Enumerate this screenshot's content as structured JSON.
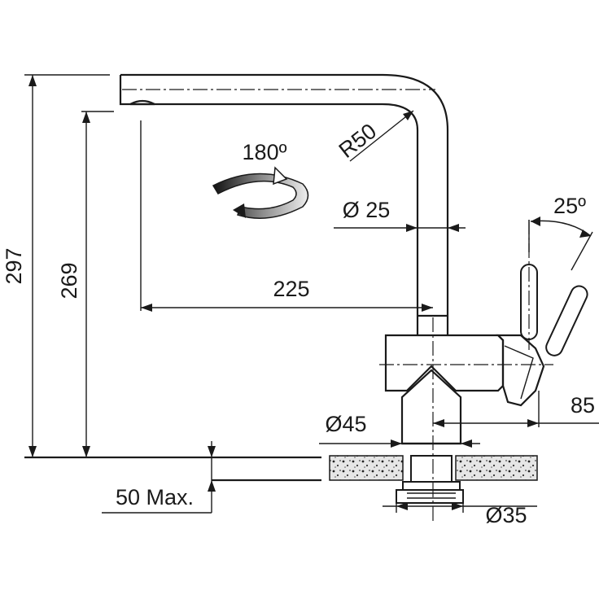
{
  "diagram": {
    "dimensions": {
      "total_height": "297",
      "spout_height": "269",
      "reach": "225",
      "bend_radius": "R50",
      "spout_diameter": "Ø 25",
      "base_diameter": "Ø45",
      "lever_projection": "85",
      "shank_diameter": "Ø35",
      "max_thickness": "50 Max."
    },
    "annotations": {
      "swivel_angle": "180º",
      "lever_angle": "25º"
    }
  }
}
